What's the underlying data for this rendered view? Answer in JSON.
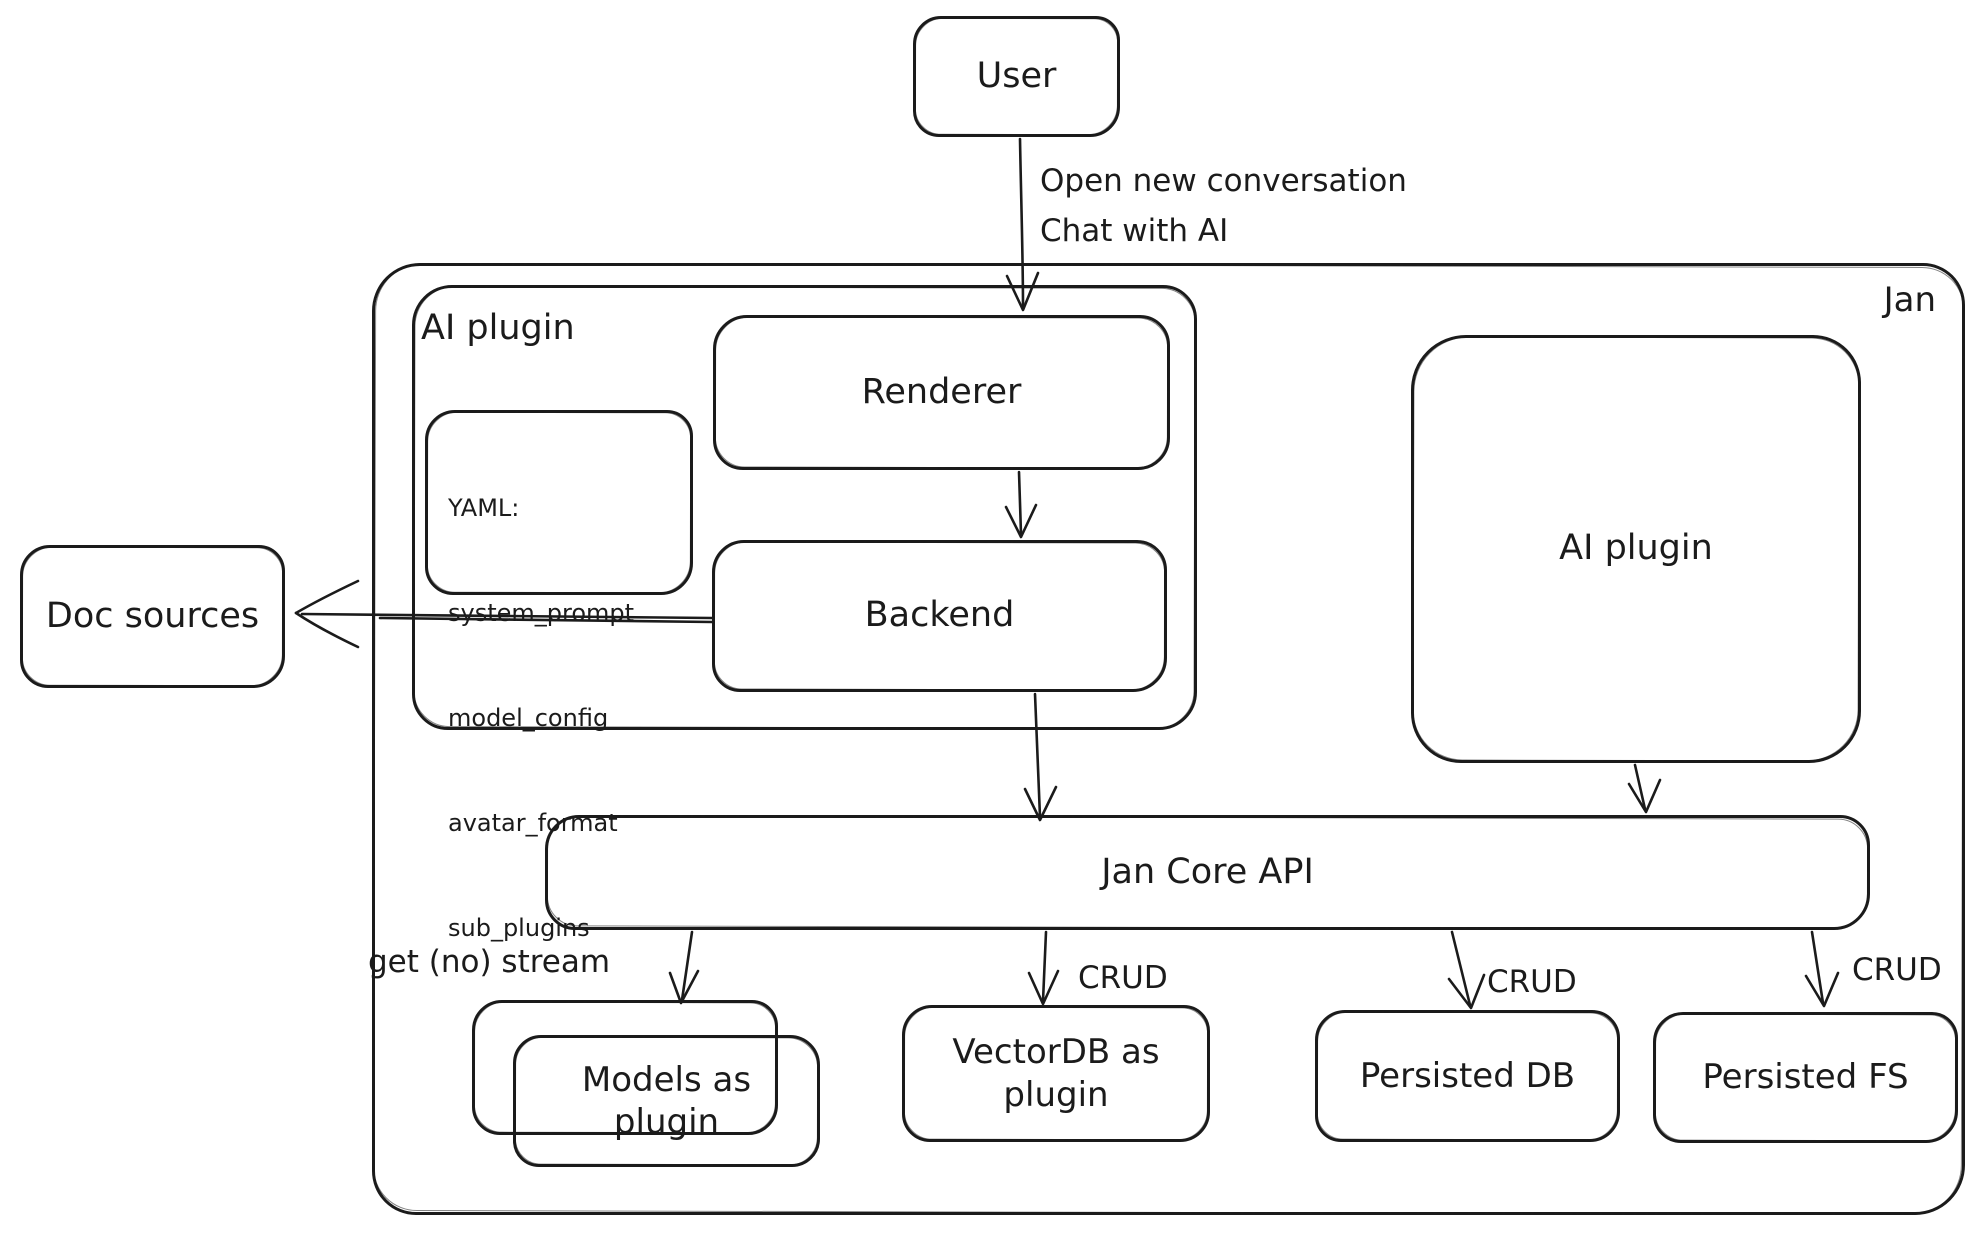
{
  "canvas": {
    "background": "#ffffff",
    "stroke_color": "#1b1b1b"
  },
  "nodes": {
    "user": {
      "label": "User"
    },
    "jan": {
      "label": "Jan"
    },
    "ai_plugin_left": {
      "label": "AI plugin"
    },
    "yaml_note": {
      "lines": [
        "YAML:",
        "system_prompt",
        "model_config",
        "avatar_format",
        "sub_plugins"
      ]
    },
    "renderer": {
      "label": "Renderer"
    },
    "backend": {
      "label": "Backend"
    },
    "ai_plugin_right": {
      "label": "AI plugin"
    },
    "jan_core_api": {
      "label": "Jan Core API"
    },
    "doc_sources": {
      "label": "Doc sources"
    },
    "models_plugin": {
      "label": "Models as plugin"
    },
    "vectordb_plugin": {
      "label": "VectorDB as plugin"
    },
    "persisted_db": {
      "label": "Persisted DB"
    },
    "persisted_fs": {
      "label": "Persisted FS"
    }
  },
  "edge_labels": {
    "user_to_renderer_line1": "Open new conversation",
    "user_to_renderer_line2": "Chat with AI",
    "get_no_stream": "get (no) stream",
    "crud_vectordb": "CRUD",
    "crud_persisted_db": "CRUD",
    "crud_persisted_fs": "CRUD"
  }
}
